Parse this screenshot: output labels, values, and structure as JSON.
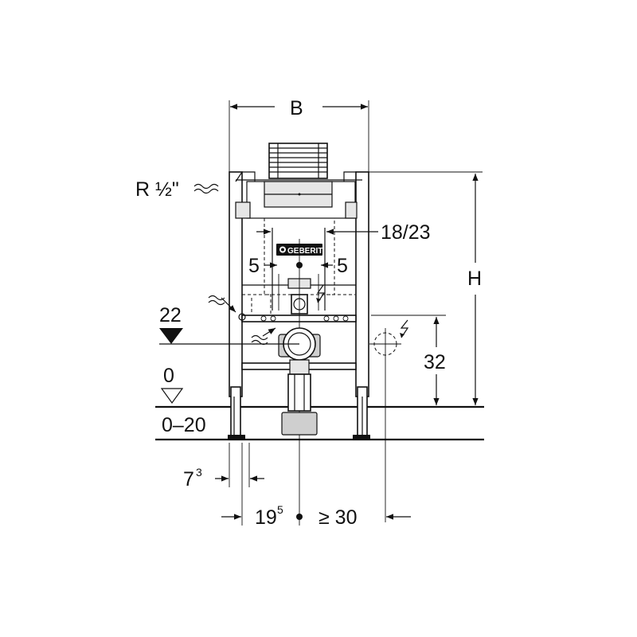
{
  "dimensions": {
    "width_label": "B",
    "height_label": "H",
    "inlet_label": "R ½\"",
    "flush_pipe_label": "18/23",
    "offset_left_label": "5",
    "offset_right_label": "5",
    "outlet_height_label": "22",
    "floor_level_label": "0",
    "floor_range_label": "0–20",
    "socket_height_label": "32",
    "foot_base": "7",
    "foot_exp": "3",
    "center_base": "19",
    "center_exp": "5",
    "min_distance_label": "≥ 30"
  },
  "brand": {
    "logo_text": "GEBERIT"
  }
}
